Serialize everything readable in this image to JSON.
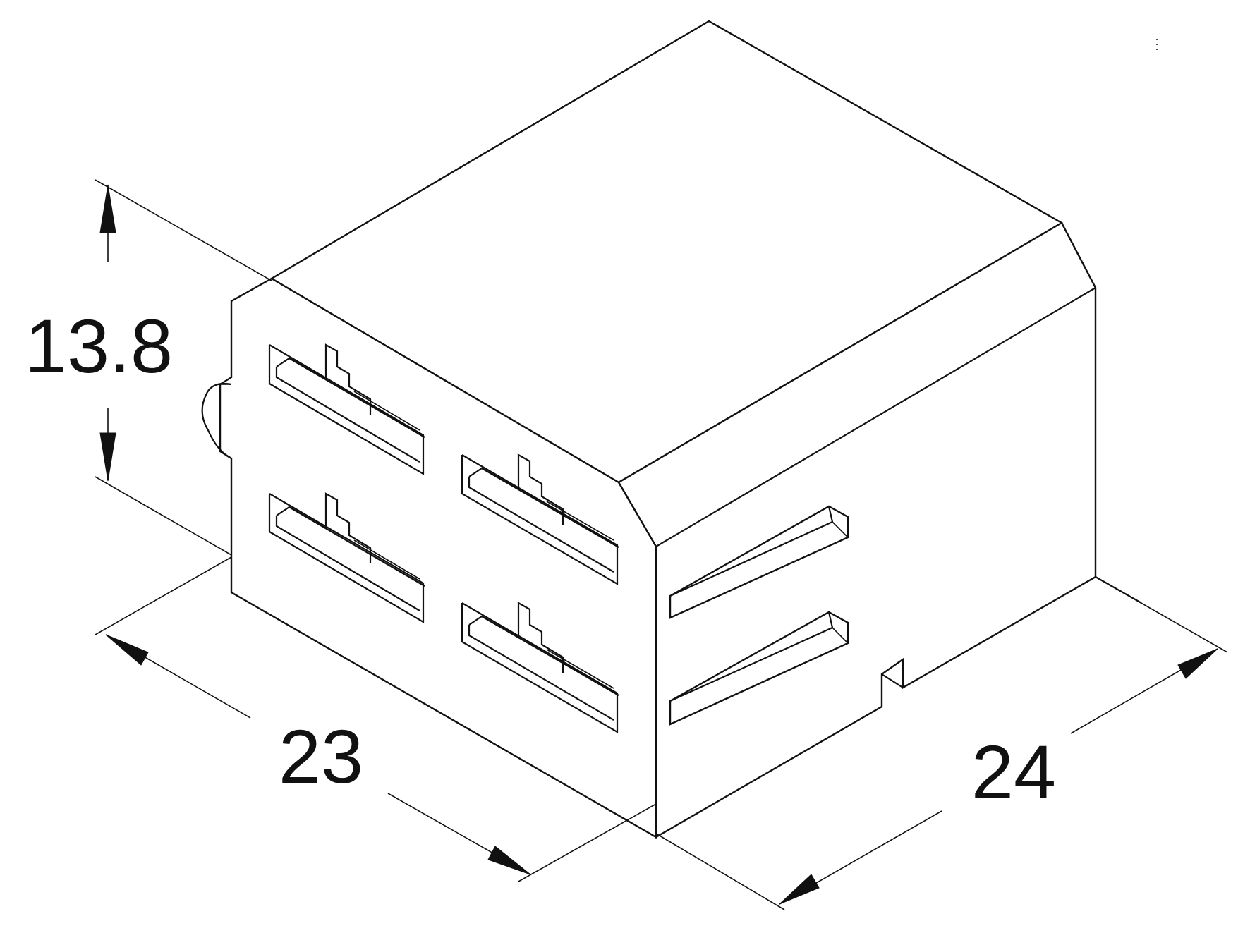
{
  "drawing": {
    "dimensions": {
      "height": "13.8",
      "width": "23",
      "depth": "24"
    },
    "colors": {
      "line": "#111111",
      "background": "#ffffff"
    }
  }
}
